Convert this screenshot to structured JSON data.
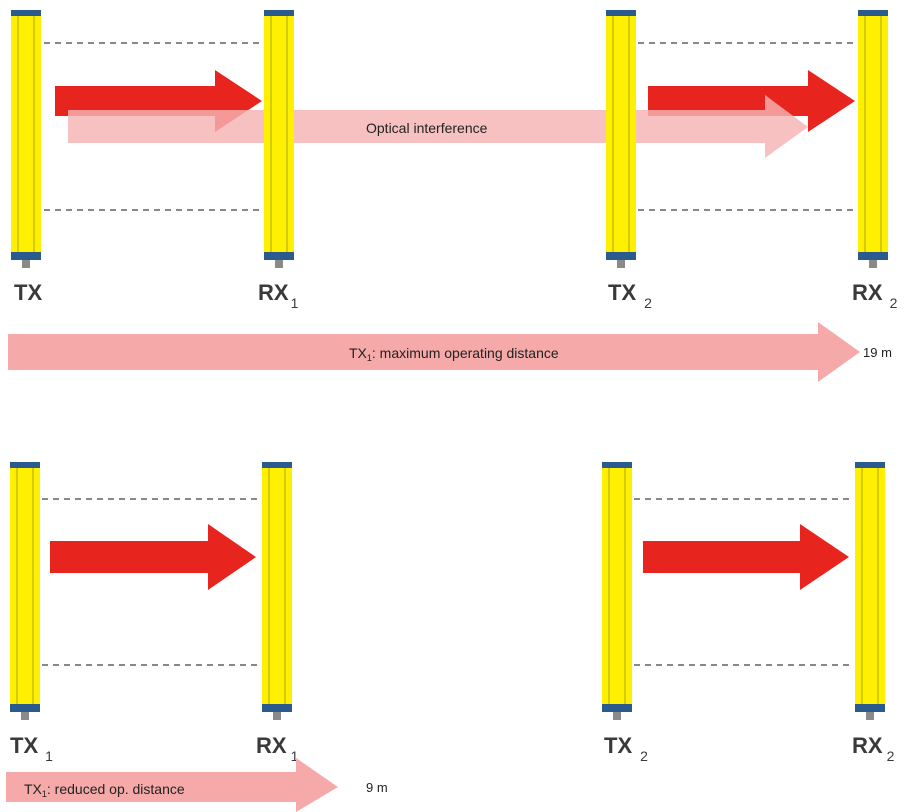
{
  "colors": {
    "column_yellow": "#ffef00",
    "column_stripe": "#c9bd00",
    "cap_blue": "#2b5a8c",
    "beam_red": "#e8241f",
    "beam_red_light": "#f06060",
    "interference_pink": "#f7b3b3",
    "distance_pink": "#f5a9a9",
    "dashed_line": "#888888"
  },
  "top_section": {
    "devices": [
      {
        "id": "tx-top-1",
        "base": "TX",
        "sub": ""
      },
      {
        "id": "rx-top-1",
        "base": "RX",
        "sub": "1"
      },
      {
        "id": "tx-top-2",
        "base": "TX",
        "sub": "2"
      },
      {
        "id": "rx-top-2",
        "base": "RX",
        "sub": "2"
      }
    ],
    "interference_label": "Optical interference",
    "max_distance": {
      "prefix": "TX",
      "sub": "1",
      "suffix": ": maximum operating distance",
      "value": "19 m"
    }
  },
  "bottom_section": {
    "devices": [
      {
        "id": "tx-bot-1",
        "base": "TX",
        "sub": "1"
      },
      {
        "id": "rx-bot-1",
        "base": "RX",
        "sub": "1"
      },
      {
        "id": "tx-bot-2",
        "base": "TX",
        "sub": "2"
      },
      {
        "id": "rx-bot-2",
        "base": "RX",
        "sub": "2"
      }
    ],
    "reduced_distance": {
      "prefix": "TX",
      "sub": "1",
      "suffix": ": reduced op. distance",
      "value": "9 m"
    }
  }
}
